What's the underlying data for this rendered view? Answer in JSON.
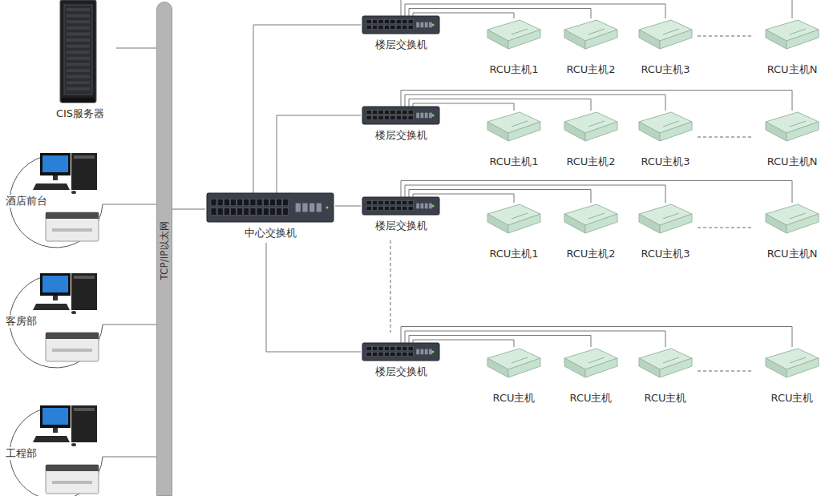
{
  "diagram": {
    "nodes": [
      {
        "text": [
          "CIS服务器"
        ]
      },
      {
        "text": [
          "TCP/IP以太网"
        ]
      },
      {
        "text": [
          "酒店前台"
        ]
      },
      {
        "text": [
          "客房部"
        ]
      },
      {
        "text": [
          "工程部"
        ]
      },
      {
        "text": [
          "中心交换机"
        ]
      },
      {
        "text": [
          "楼层交换机"
        ]
      },
      {
        "text": [
          "RCU主机1"
        ]
      },
      {
        "text": [
          "RCU主机2"
        ]
      },
      {
        "text": [
          "RCU主机3"
        ]
      },
      {
        "text": [
          "RCU主机N"
        ]
      },
      {
        "text": [
          "楼层交换机"
        ]
      },
      {
        "text": [
          "RCU主机1"
        ]
      },
      {
        "text": [
          "RCU主机2"
        ]
      },
      {
        "text": [
          "RCU主机3"
        ]
      },
      {
        "text": [
          "RCU主机N"
        ]
      },
      {
        "text": [
          "楼层交换机"
        ]
      },
      {
        "text": [
          "RCU主机1"
        ]
      },
      {
        "text": [
          "RCU主机2"
        ]
      },
      {
        "text": [
          "RCU主机3"
        ]
      },
      {
        "text": [
          "RCU主机N"
        ]
      },
      {
        "text": [
          "楼层交换机"
        ]
      },
      {
        "text": [
          "RCU主机"
        ]
      },
      {
        "text": [
          "RCU主机"
        ]
      },
      {
        "text": [
          "RCU主机"
        ]
      },
      {
        "text": [
          "RCU主机"
        ]
      }
    ],
    "edges": [
      {
        "from": 0,
        "to": 1,
        "arrow": "none"
      },
      {
        "from": 2,
        "to": 1,
        "arrow": "none"
      },
      {
        "from": 3,
        "to": 1,
        "arrow": "none"
      },
      {
        "from": 4,
        "to": 1,
        "arrow": "none"
      },
      {
        "from": 1,
        "to": 5,
        "arrow": "none"
      },
      {
        "from": 5,
        "to": 6,
        "arrow": "none"
      },
      {
        "from": 5,
        "to": 11,
        "arrow": "none"
      },
      {
        "from": 5,
        "to": 16,
        "arrow": "none"
      },
      {
        "from": 5,
        "to": 21,
        "arrow": "none"
      },
      {
        "from": 6,
        "to": 7,
        "arrow": "none"
      },
      {
        "from": 6,
        "to": 8,
        "arrow": "none"
      },
      {
        "from": 6,
        "to": 9,
        "arrow": "none"
      },
      {
        "from": 6,
        "to": 10,
        "arrow": "none"
      },
      {
        "from": 11,
        "to": 12,
        "arrow": "none"
      },
      {
        "from": 11,
        "to": 13,
        "arrow": "none"
      },
      {
        "from": 11,
        "to": 14,
        "arrow": "none"
      },
      {
        "from": 11,
        "to": 15,
        "arrow": "none"
      },
      {
        "from": 16,
        "to": 17,
        "arrow": "none"
      },
      {
        "from": 16,
        "to": 18,
        "arrow": "none"
      },
      {
        "from": 16,
        "to": 19,
        "arrow": "none"
      },
      {
        "from": 16,
        "to": 20,
        "arrow": "none"
      },
      {
        "from": 21,
        "to": 22,
        "arrow": "none"
      },
      {
        "from": 21,
        "to": 23,
        "arrow": "none"
      },
      {
        "from": 21,
        "to": 24,
        "arrow": "none"
      },
      {
        "from": 21,
        "to": 25,
        "arrow": "none"
      }
    ]
  }
}
